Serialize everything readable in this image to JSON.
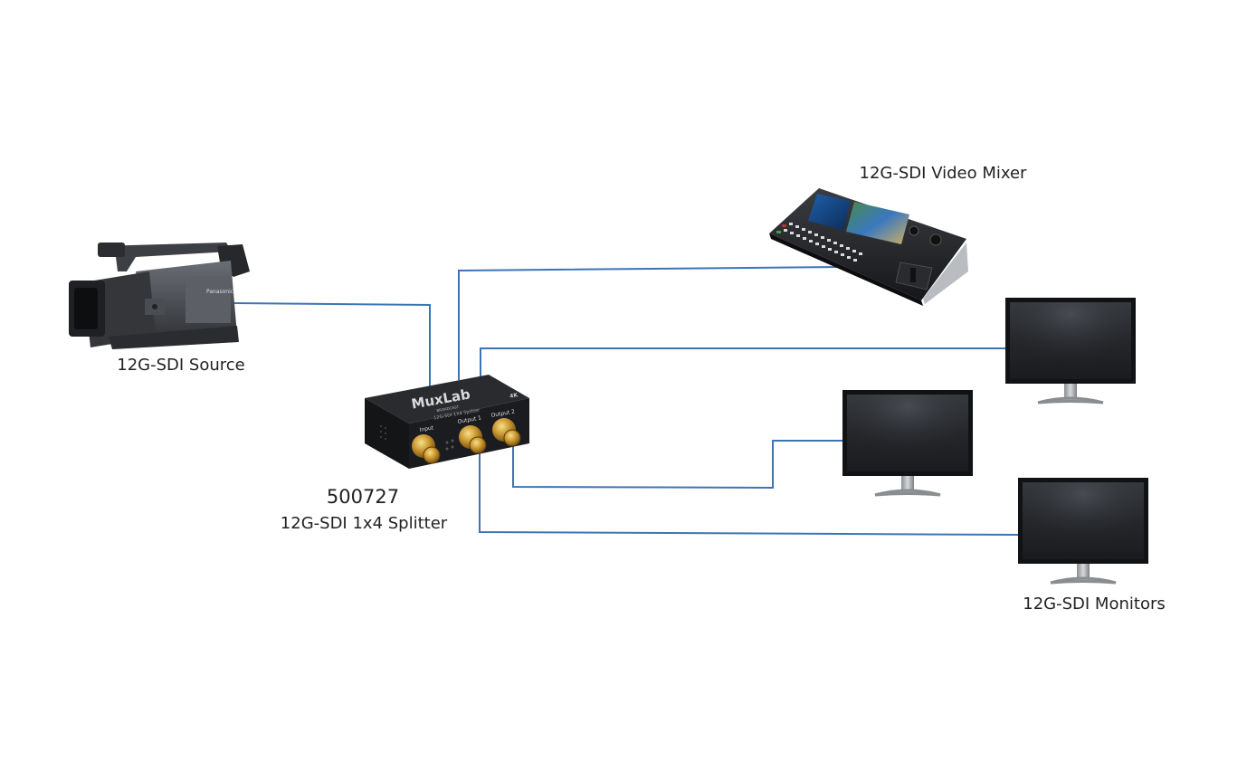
{
  "diagram": {
    "title": "12G-SDI Splitter Application Diagram",
    "line_color": "#3d74b4",
    "nodes": {
      "source": {
        "label": "12G-SDI Source",
        "device": "camcorder",
        "brand_mark": "Panasonic"
      },
      "splitter": {
        "model": "500727",
        "label": "12G-SDI 1x4 Splitter",
        "brand": "MuxLab",
        "brand_sub": "BROADCAST",
        "panel_text": "12G-SDI 1X4 Splitter",
        "badge": "4K",
        "ports": {
          "input": "Input",
          "output1": "Output 1",
          "output2": "Output 2"
        }
      },
      "mixer": {
        "label": "12G-SDI Video Mixer",
        "device": "video-switcher"
      },
      "monitors": {
        "label": "12G-SDI Monitors",
        "count": 3
      }
    },
    "connections": [
      {
        "from": "source",
        "to": "splitter.input"
      },
      {
        "from": "splitter",
        "to": "mixer"
      },
      {
        "from": "splitter",
        "to": "monitor-1"
      },
      {
        "from": "splitter.output2",
        "to": "monitor-2"
      },
      {
        "from": "splitter.output1",
        "to": "monitor-3"
      }
    ]
  }
}
